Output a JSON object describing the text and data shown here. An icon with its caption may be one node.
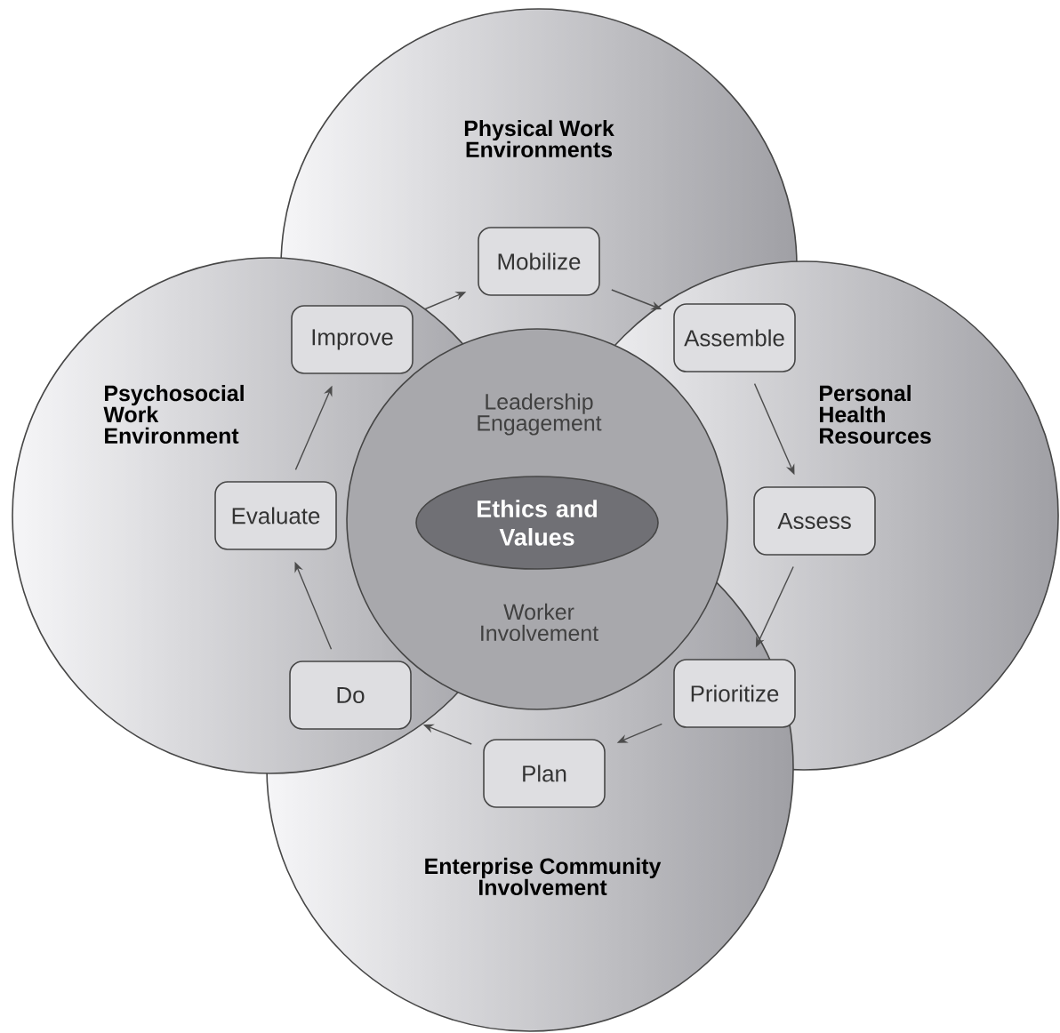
{
  "diagram": {
    "nodes": [
      {
        "text": [
          "Physical Work Environments"
        ]
      },
      {
        "text": [
          "Psychosocial Work Environment"
        ]
      },
      {
        "text": [
          "Personal Health Resources"
        ]
      },
      {
        "text": [
          "Enterprise Community Involvement"
        ]
      },
      {
        "text": [
          "Leadership Engagement",
          "Worker Involvement"
        ]
      },
      {
        "text": [
          "Ethics and Values"
        ],
        "in": 4
      },
      {
        "text": [
          "Mobilize"
        ],
        "in": 0
      },
      {
        "text": [
          "Assemble"
        ]
      },
      {
        "text": [
          "Assess"
        ],
        "in": 2
      },
      {
        "text": [
          "Prioritize"
        ]
      },
      {
        "text": [
          "Plan"
        ],
        "in": 3
      },
      {
        "text": [
          "Do"
        ]
      },
      {
        "text": [
          "Evaluate"
        ],
        "in": 1
      },
      {
        "text": [
          "Improve"
        ]
      }
    ],
    "edges": [
      {
        "from": 13,
        "to": 6,
        "arrow": "to"
      },
      {
        "from": 6,
        "to": 7,
        "arrow": "to"
      },
      {
        "from": 7,
        "to": 8,
        "arrow": "to"
      },
      {
        "from": 8,
        "to": 9,
        "arrow": "to"
      },
      {
        "from": 9,
        "to": 10,
        "arrow": "to"
      },
      {
        "from": 10,
        "to": 11,
        "arrow": "to"
      },
      {
        "from": 11,
        "to": 12,
        "arrow": "to"
      },
      {
        "from": 12,
        "to": 13,
        "arrow": "to"
      }
    ]
  }
}
